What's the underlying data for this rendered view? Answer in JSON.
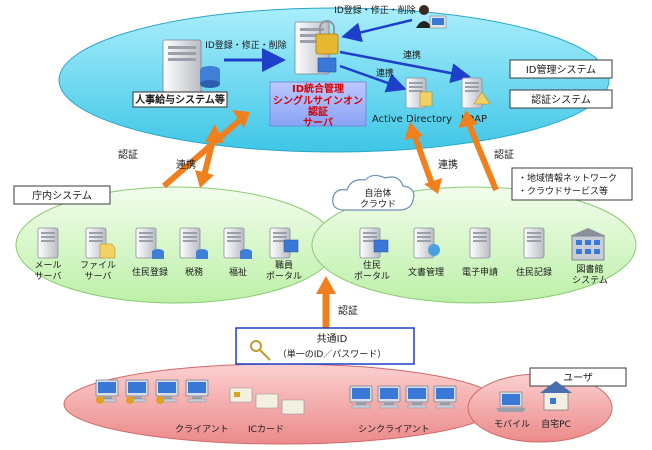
{
  "top": {
    "id_admin_top": "ID登録・修正・削除",
    "id_admin_left": "ID登録・修正・削除",
    "hr_system": "人事給与システム等",
    "auth_server": [
      "ID統合管理",
      "シングルサインオン",
      "認証",
      "サーバ"
    ],
    "link1": "連携",
    "link2": "連携",
    "active_directory": "Active Directory",
    "ldap": "LDAP",
    "id_mgmt": "ID管理システム",
    "auth_system": "認証システム"
  },
  "middle": {
    "auth_left": "認証",
    "link_left": "連携",
    "link_right": "連携",
    "auth_right": "認証",
    "regional": [
      "・地域情報ネットワーク",
      "・クラウドサービス等"
    ],
    "cloud": [
      "自治体",
      "クラウド"
    ],
    "agency_system": "庁内システム"
  },
  "servers_left": [
    [
      "メール",
      "サーバ"
    ],
    [
      "ファイル",
      "サーバ"
    ],
    [
      "住民登録"
    ],
    [
      "税務"
    ],
    [
      "福祉"
    ],
    [
      "職員",
      "ポータル"
    ]
  ],
  "servers_right": [
    [
      "住民",
      "ポータル"
    ],
    [
      "文書管理"
    ],
    [
      "電子申請"
    ],
    [
      "住民記録"
    ],
    [
      "図書館",
      "システム"
    ]
  ],
  "bottom": {
    "auth": "認証",
    "common_id": "共通ID",
    "common_id_sub": "（単一のID／パスワード）",
    "users": "ユーザ",
    "client": "クライアント",
    "ic_card": "ICカード",
    "thin_client": "シンクライアント",
    "mobile": "モバイル",
    "home_pc": "自宅PC"
  },
  "colors": {
    "top_ellipse": "#5fd3ec",
    "mid_ellipse": "#d8f7cc",
    "bottom_ellipse": "#f3a3a3",
    "orange_arrow": "#f07f1e",
    "blue_arrow": "#1d3fc9"
  }
}
